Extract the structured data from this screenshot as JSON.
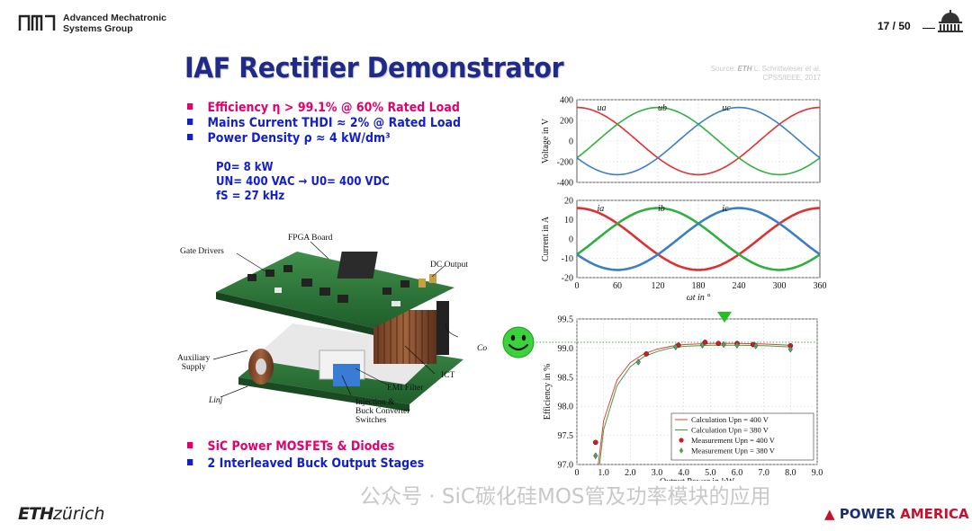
{
  "header": {
    "group_line1": "Advanced Mechatronic",
    "group_line2": "Systems Group",
    "page_number": "17 / 50"
  },
  "title": "IAF Rectifier Demonstrator",
  "source": {
    "prefix": "Source:",
    "brand": "ETH",
    "line1": "L. Schrittwieser et al.",
    "line2": "CPSS/IEEE, 2017"
  },
  "bullets": [
    {
      "text": "Efficiency η > 99.1% @ 60% Rated Load",
      "color": "#e0006e"
    },
    {
      "text": "Mains Current THDI ≈ 2% @ Rated Load",
      "color": "#1320c8"
    },
    {
      "text": "Power Density ρ ≈ 4 kW/dm³",
      "color": "#1320c8"
    }
  ],
  "specs": {
    "power": "P0= 8 kW",
    "voltage": "UN= 400 VAC → U0= 400 VDC",
    "freq": "fS = 27 kHz"
  },
  "photo_labels": {
    "fpga": "FPGA Board",
    "gate": "Gate Drivers",
    "dc_output": "DC Output",
    "aux1": "Auxiliary",
    "aux2": "Supply",
    "co": "Co",
    "ict": "ICT",
    "emi": "EMI Filter",
    "inj1": "Injection &",
    "inj2": "Buck Converter",
    "inj3": "Switches",
    "linj": "Linj"
  },
  "bottom_bullets": [
    {
      "text": "SiC Power MOSFETs & Diodes",
      "color": "#e0006e"
    },
    {
      "text": "2 Interleaved Buck Output Stages",
      "color": "#1320c8"
    }
  ],
  "chart_data": [
    {
      "type": "line",
      "ylabel": "Voltage in V",
      "ylim": [
        -400,
        400
      ],
      "yticks": [
        "400",
        "200",
        "0",
        "-200",
        "-400"
      ],
      "xlim": [
        0,
        360
      ],
      "series": [
        {
          "name": "ua",
          "amplitude": 325,
          "phase_deg": 90,
          "color": "#e03030"
        },
        {
          "name": "ub",
          "amplitude": 325,
          "phase_deg": -30,
          "color": "#30b040"
        },
        {
          "name": "uc",
          "amplitude": 325,
          "phase_deg": 210,
          "color": "#3a7fc8"
        }
      ]
    },
    {
      "type": "line",
      "ylabel": "Current in A",
      "xlabel": "ωt in °",
      "ylim": [
        -20,
        20
      ],
      "yticks": [
        "20",
        "10",
        "0",
        "-10",
        "-20"
      ],
      "xlim": [
        0,
        360
      ],
      "xticks": [
        "0",
        "60",
        "120",
        "180",
        "240",
        "300",
        "360"
      ],
      "series": [
        {
          "name": "ia",
          "amplitude": 16,
          "phase_deg": 90,
          "color": "#e03030"
        },
        {
          "name": "ib",
          "amplitude": 16,
          "phase_deg": -30,
          "color": "#30b040"
        },
        {
          "name": "ic",
          "amplitude": 16,
          "phase_deg": 210,
          "color": "#3a7fc8"
        }
      ]
    },
    {
      "type": "scatter",
      "ylabel": "Efficiency in %",
      "xlabel": "Output Power in kW",
      "ylim": [
        97.0,
        99.5
      ],
      "yticks": [
        "99.5",
        "99.0",
        "98.5",
        "98.0",
        "97.5",
        "97.0"
      ],
      "xlim": [
        0,
        9
      ],
      "xticks": [
        "0",
        "1.0",
        "2.0",
        "3.0",
        "4.0",
        "5.0",
        "6.0",
        "7.0",
        "8.0",
        "9.0"
      ],
      "reference_line": 99.1,
      "legend": [
        "Calculation Upn = 400 V",
        "Calculation Upn = 380 V",
        "Measurement Upn = 400 V",
        "Measurement Upn = 380 V"
      ],
      "calc_400": {
        "x": [
          0.8,
          1.0,
          1.5,
          2.0,
          2.5,
          3.0,
          3.5,
          4.0,
          5.0,
          6.0,
          7.0,
          8.0
        ],
        "y": [
          97.0,
          97.75,
          98.45,
          98.75,
          98.9,
          98.98,
          99.03,
          99.06,
          99.08,
          99.08,
          99.07,
          99.05
        ]
      },
      "calc_380": {
        "x": [
          0.85,
          1.0,
          1.5,
          2.0,
          2.5,
          3.0,
          3.5,
          4.0,
          5.0,
          6.0,
          7.0,
          8.0
        ],
        "y": [
          97.0,
          97.6,
          98.35,
          98.68,
          98.85,
          98.94,
          99.0,
          99.03,
          99.05,
          99.05,
          99.04,
          99.02
        ]
      },
      "meas_400": {
        "x": [
          0.7,
          2.6,
          3.8,
          4.8,
          5.3,
          6.0,
          6.6,
          8.0
        ],
        "y": [
          97.38,
          98.9,
          99.05,
          99.1,
          99.08,
          99.08,
          99.06,
          99.04
        ]
      },
      "meas_380": {
        "x": [
          0.7,
          2.3,
          3.7,
          4.7,
          5.5,
          6.0,
          6.7,
          8.0
        ],
        "y": [
          97.15,
          98.76,
          99.02,
          99.05,
          99.06,
          99.05,
          99.04,
          98.98
        ]
      }
    }
  ],
  "footer": {
    "eth": "ETH",
    "zurich": "zürich",
    "watermark": "公众号 · SiC碳化硅MOS管及功率模块的应用",
    "pa_power": "POWER",
    "pa_america": "AMERICA"
  }
}
